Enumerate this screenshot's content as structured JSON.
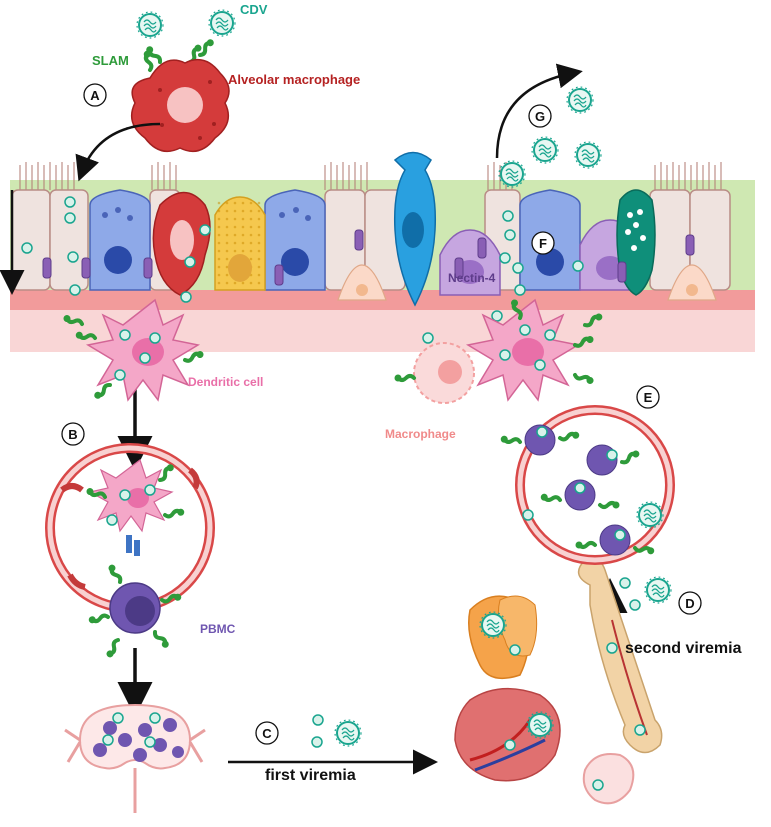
{
  "labels": {
    "cdv": "CDV",
    "slam": "SLAM",
    "alveolar_macrophage": "Alveolar macrophage",
    "dendritic_cell": "Dendritic cell",
    "macrophage": "Macrophage",
    "nectin4": "Nectin-4",
    "pbmc": "PBMC",
    "first_viremia": "first viremia",
    "second_viremia": "second viremia"
  },
  "steps": [
    "A",
    "B",
    "C",
    "D",
    "E",
    "F",
    "G"
  ],
  "colors": {
    "virus_teal": "#1aa58f",
    "slam_green": "#2e9b3a",
    "macrophage_red": "#d43b3b",
    "dendritic_pink": "#e96fa8",
    "pbmc_purple": "#6f56b0",
    "nectin_purple": "#8a5fb5",
    "macrophage_light": "#f3a0a0",
    "epithelium_green": "#cfe8b2",
    "submucosa_pink": "#f6c4c4"
  }
}
